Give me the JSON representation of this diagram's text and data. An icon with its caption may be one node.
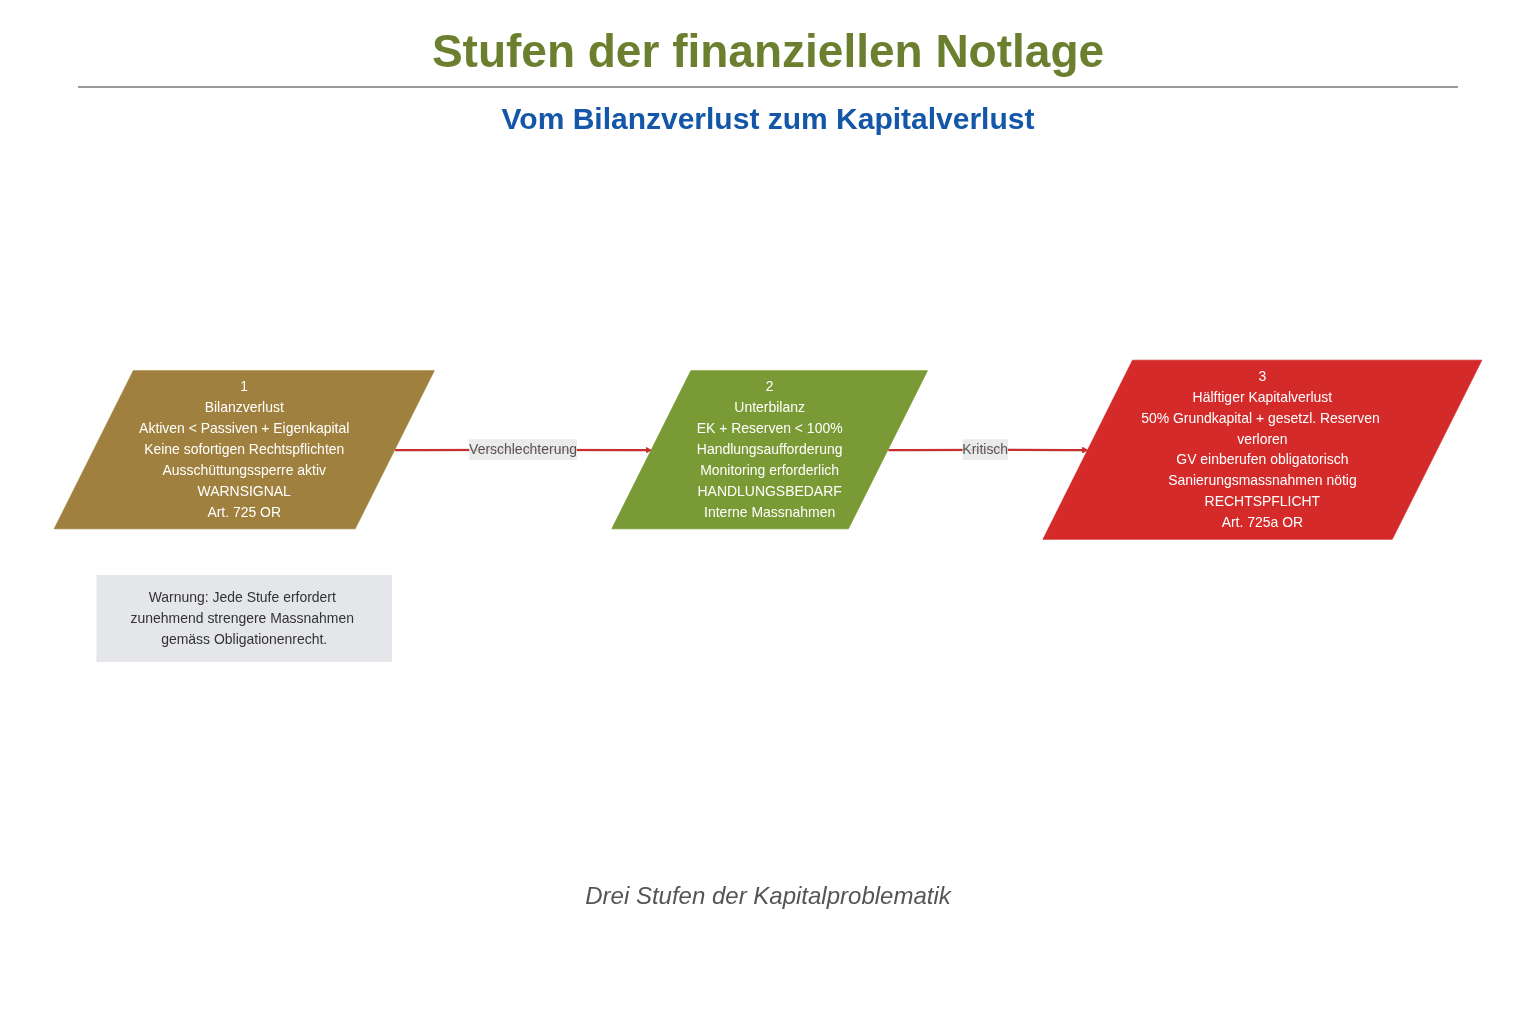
{
  "diagram": {
    "title": "Stufen der finanziellen Notlage",
    "caption": "Drei Stufen der Kapitalproblematik",
    "nodes": [
      {
        "text": [
          "1",
          "Bilanzverlust",
          "Aktiven < Passiven + Eigenkapital",
          "Keine sofortigen Rechtspflichten",
          "Ausschüttungssperre aktiv",
          "WARNSIGNAL",
          "Art. 725 OR"
        ]
      },
      {
        "text": [
          "2",
          "Unterbilanz",
          "EK + Reserven < 100%",
          "Handlungsaufforderung",
          "Monitoring erforderlich",
          "HANDLUNGSBEDARF",
          "Interne Massnahmen"
        ]
      },
      {
        "text": [
          "3",
          "Hälftiger Kapitalverlust",
          "50% Grundkapital + gesetzl. Reserven verloren",
          "GV einberufen obligatorisch",
          "Sanierungsmassnahmen nötig",
          "RECHTSPFLICHT",
          "Art. 725a OR"
        ]
      },
      {
        "text": [
          "Warnung: Jede Stufe erfordert zunehmend strengere Massnahmen gemäss Obligationenrecht."
        ]
      }
    ],
    "edges": [
      {
        "from": 0,
        "to": 1,
        "arrow": "to",
        "label": "Verschlechterung",
        "color": "#c62f2f"
      },
      {
        "from": 1,
        "to": 2,
        "arrow": "to",
        "label": "Kritisch",
        "color": "#c62f2f"
      }
    ],
    "labels": [
      "Vom Bilanzverlust zum Kapitalverlust"
    ]
  }
}
